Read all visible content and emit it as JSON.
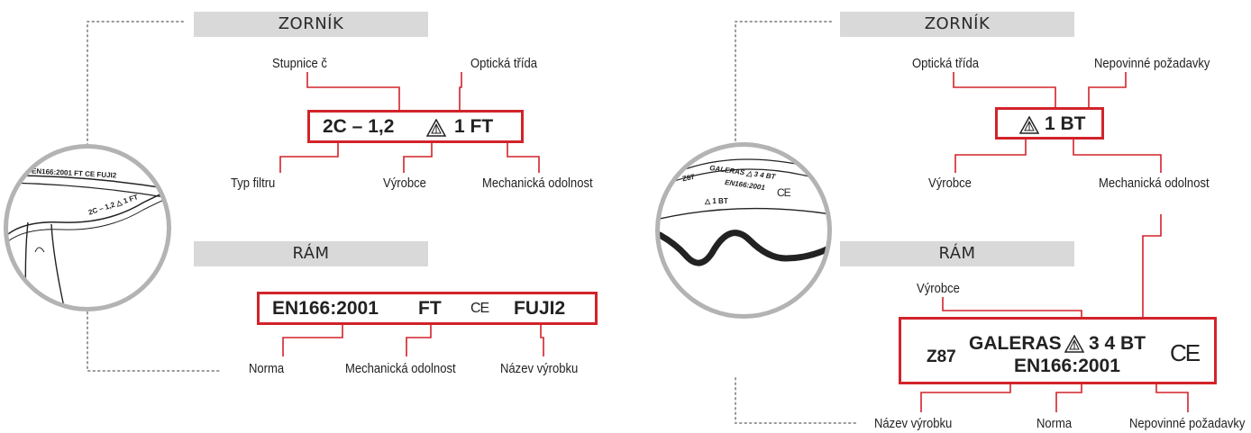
{
  "colors": {
    "accent": "#d2232a",
    "bar": "#d9d9d9",
    "ring": "#b3b3b3"
  },
  "left": {
    "visor_title": "ZORNÍK",
    "frame_title": "RÁM",
    "visor_code": {
      "prefix": "2C – 1,2",
      "triangle_icon": "warning-triangle-icon",
      "suffix": "1 FT"
    },
    "visor_labels": {
      "scale": "Stupnice č",
      "optical": "Optická třída",
      "filter": "Typ filtru",
      "maker": "Výrobce",
      "mechanical": "Mechanická odolnost"
    },
    "frame_code": {
      "norm": "EN166:2001",
      "mech": "FT",
      "ce": "CE",
      "product": "FUJI2"
    },
    "frame_labels": {
      "norm": "Norma",
      "mechanical": "Mechanická odolnost",
      "product": "Název výrobku"
    },
    "lens": {
      "frame_text": "EN166:2001 FT CE FUJI2",
      "visor_text": "2C – 1,2 △ 1 FT"
    }
  },
  "right": {
    "visor_title": "ZORNÍK",
    "frame_title": "RÁM",
    "visor_code": {
      "triangle_icon": "warning-triangle-icon",
      "text": "1 BT"
    },
    "visor_labels": {
      "optical": "Optická třída",
      "optional": "Nepovinné požadavky",
      "maker": "Výrobce",
      "mechanical": "Mechanická odolnost"
    },
    "frame_code": {
      "z87": "Z87",
      "top": "GALERAS",
      "top_suffix": "3 4 BT",
      "bottom": "EN166:2001",
      "ce": "CE"
    },
    "frame_labels": {
      "maker": "Výrobce",
      "product": "Název výrobku",
      "norm": "Norma",
      "optional": "Nepovinné požadavky"
    },
    "lens": {
      "z87": "Z87",
      "line1": "GALERAS △ 3 4 BT",
      "line2": "EN166:2001",
      "ce": "CE",
      "line3": "△ 1 BT"
    }
  }
}
